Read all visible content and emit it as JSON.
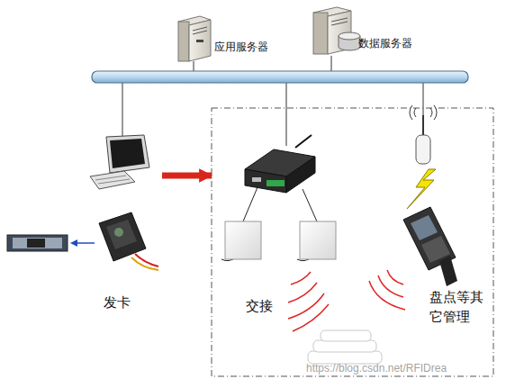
{
  "diagram": {
    "nodes": [
      {
        "text": [
          "应用服务器"
        ]
      },
      {
        "text": [
          "数据服务器"
        ]
      },
      {
        "text": [
          "发卡"
        ]
      },
      {
        "text": [
          "交接"
        ]
      },
      {
        "text": [
          "盘点等其它管理"
        ]
      }
    ],
    "edges": [
      {
        "from": 2,
        "to": 3,
        "arrow": "to"
      }
    ],
    "labels": [
      "https://blog.csdn.net/RFIDrea"
    ]
  }
}
